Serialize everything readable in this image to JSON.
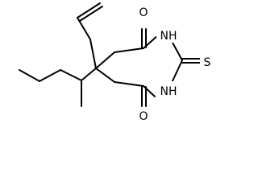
{
  "molecule": {
    "atoms": {
      "o_top": "O",
      "nh_top": "NH",
      "s_right": "S",
      "nh_bottom": "NH",
      "o_bottom": "O"
    }
  }
}
